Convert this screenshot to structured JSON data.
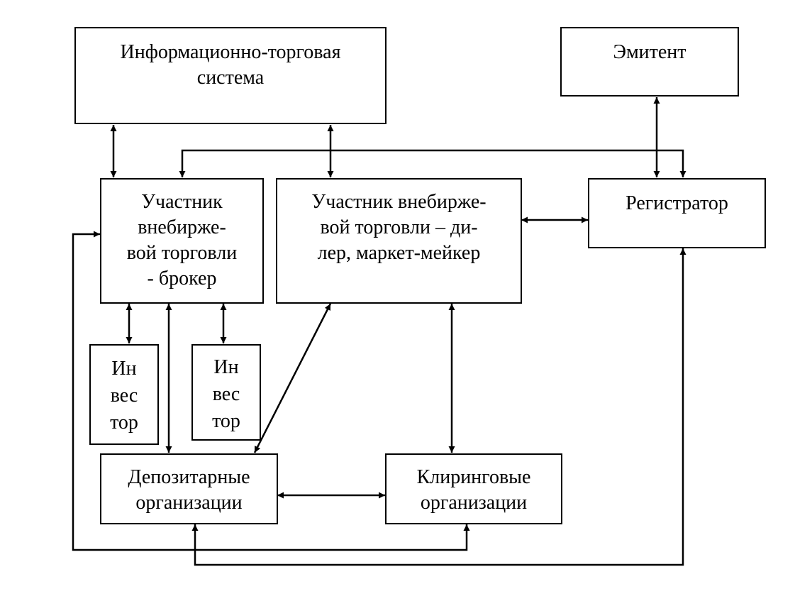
{
  "nodes": {
    "its": {
      "lines": [
        "Информационно-торговая",
        "система"
      ]
    },
    "emitent": {
      "lines": [
        "Эмитент"
      ]
    },
    "broker": {
      "lines": [
        "Участник",
        "внебирже-",
        "вой торговли",
        "- брокер"
      ]
    },
    "dealer": {
      "lines": [
        "Участник внебирже-",
        "вой торговли – ди-",
        "лер, маркет-мейкер"
      ]
    },
    "registrar": {
      "lines": [
        "Регистратор"
      ]
    },
    "investor1": {
      "lines": [
        "Ин",
        "вес",
        "тор"
      ]
    },
    "investor2": {
      "lines": [
        "Ин",
        "вес",
        "тор"
      ]
    },
    "depository": {
      "lines": [
        "Депозитарные",
        "организации"
      ]
    },
    "clearing": {
      "lines": [
        "Клиринговые",
        "организации"
      ]
    }
  },
  "colors": {
    "stroke": "#000000",
    "background": "#ffffff"
  }
}
